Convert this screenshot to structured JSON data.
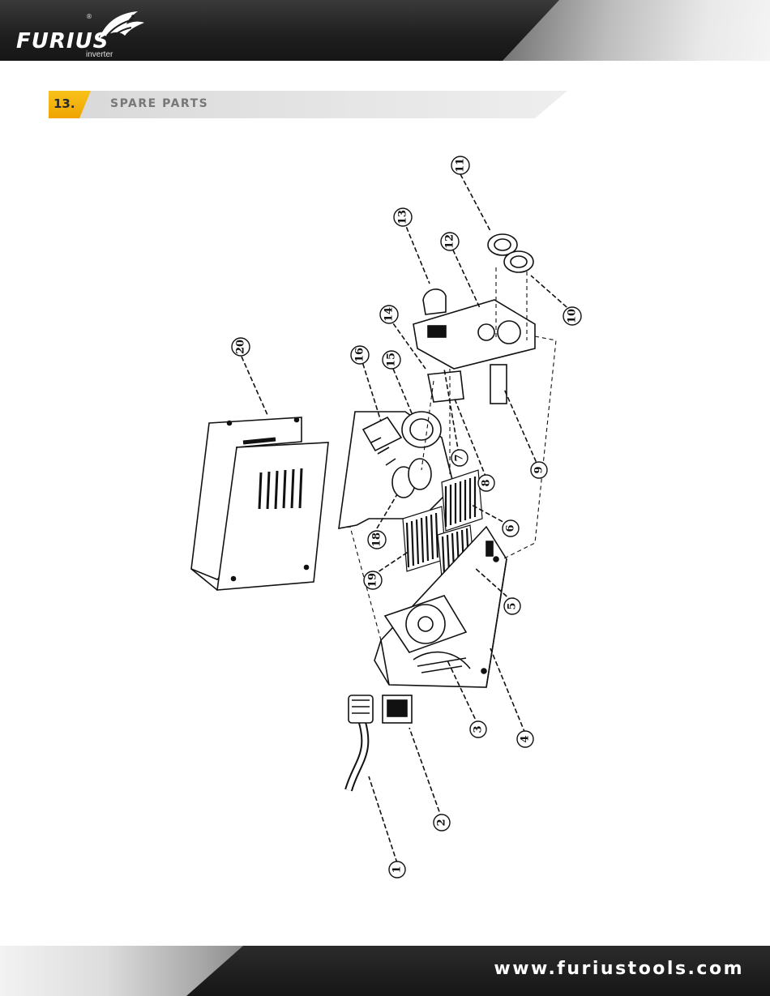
{
  "header": {
    "brand": "FURIUS",
    "sub_brand": "inverter",
    "registered_mark": "®"
  },
  "section": {
    "number": "13.",
    "title": "SPARE PARTS"
  },
  "diagram": {
    "callouts": [
      "1",
      "2",
      "3",
      "4",
      "5",
      "6",
      "7",
      "8",
      "9",
      "10",
      "11",
      "12",
      "13",
      "14",
      "15",
      "16",
      "18",
      "19",
      "20"
    ]
  },
  "footer": {
    "url": "www.furiustools.com"
  },
  "colors": {
    "accent": "#f0a400",
    "header_dark": "#1e1e1e",
    "banner_gray": "#e0e0e0"
  }
}
